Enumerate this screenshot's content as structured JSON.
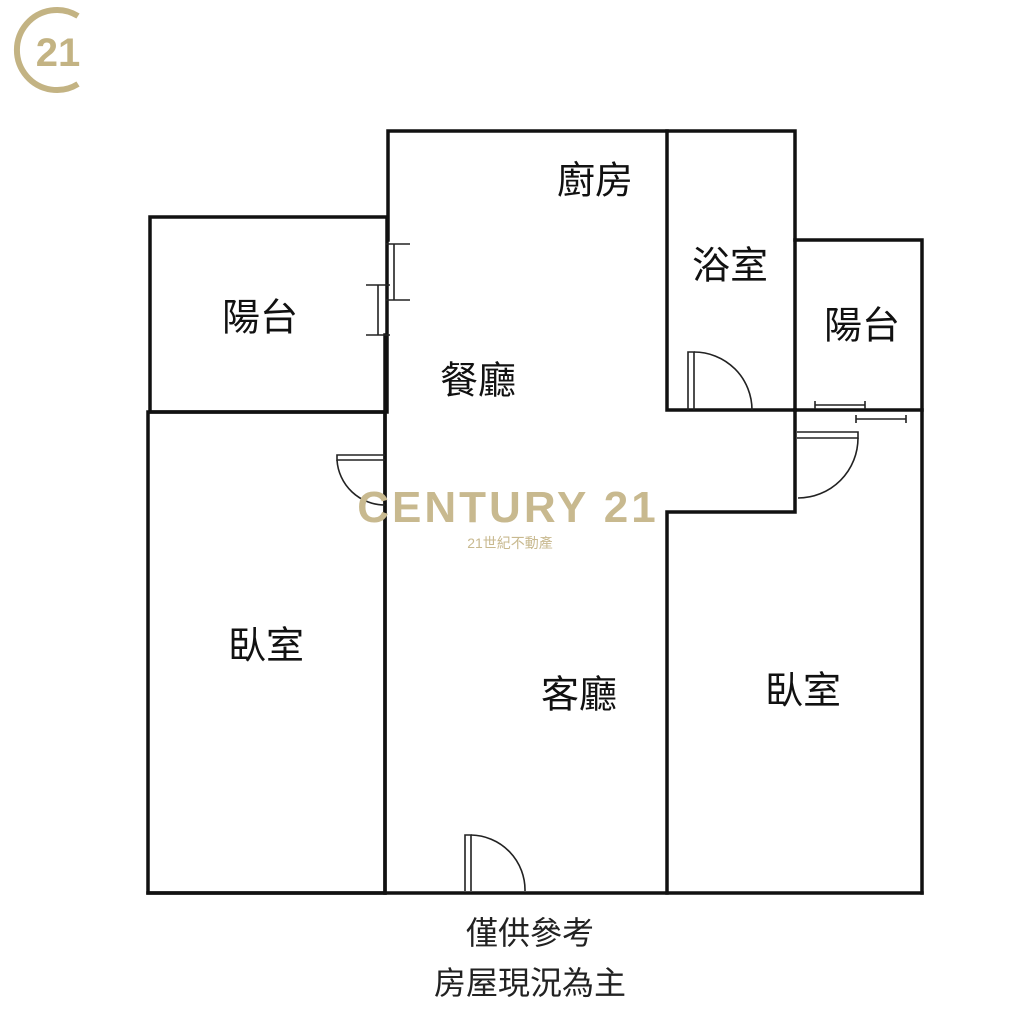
{
  "logo": {
    "text": "21",
    "color": "#c3b383"
  },
  "watermark": {
    "brand": "CENTURY 21",
    "subtitle": "21世紀不動產",
    "color": "#c8b98f"
  },
  "rooms": {
    "kitchen": "廚房",
    "bathroom": "浴室",
    "balcony_left": "陽台",
    "balcony_right": "陽台",
    "dining": "餐廳",
    "bedroom_left": "臥室",
    "living": "客廳",
    "bedroom_right": "臥室"
  },
  "footer": {
    "line1": "僅供參考",
    "line2": "房屋現況為主"
  }
}
